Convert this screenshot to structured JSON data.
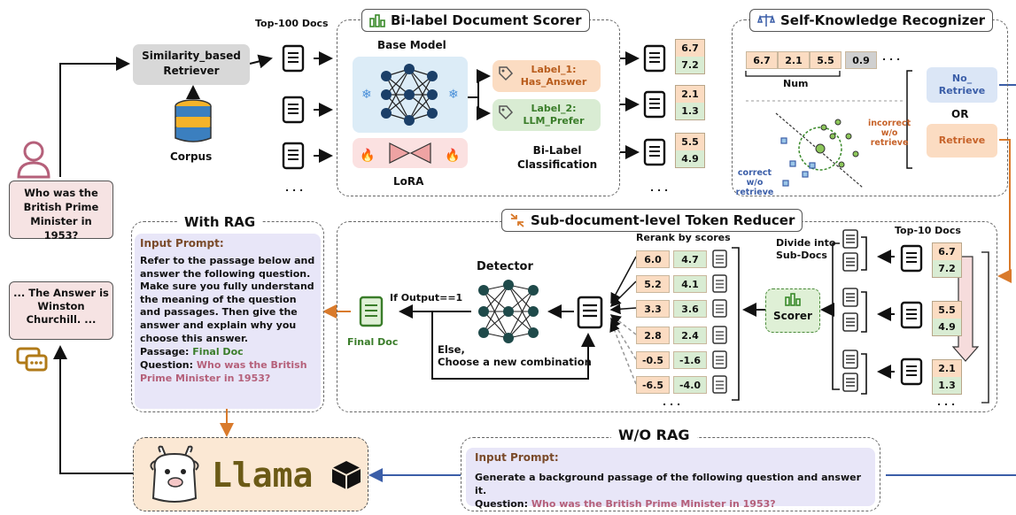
{
  "question": "Who was the British Prime Minister in 1953?",
  "answer": "... The Answer is Winston Churchill. ...",
  "retriever": {
    "label": "Similarity_based Retriever",
    "corpus": "Corpus",
    "top100": "Top-100 Docs",
    "dots": ". . ."
  },
  "scorer_section": {
    "title": "Bi-label Document Scorer",
    "base_model": "Base Model",
    "lora": "LoRA",
    "label1": "Label_1:\nHas_Answer",
    "label2": "Label_2:\nLLM_Prefer",
    "biclass": "Bi-Label\nClassification",
    "scores": [
      [
        "6.7",
        "7.2"
      ],
      [
        "2.1",
        "1.3"
      ],
      [
        "5.5",
        "4.9"
      ]
    ],
    "dots": ". . ."
  },
  "skr": {
    "title": "Self-Knowledge Recognizer",
    "nums": [
      "6.7",
      "2.1",
      "5.5",
      "0.9"
    ],
    "dots": ". . .",
    "num_label": "Num",
    "no_retrieve": "No_\nRetrieve",
    "or": "OR",
    "retrieve": "Retrieve",
    "incorrect": "incorrect\nw/o\nretrieve",
    "correct": "correct\nw/o retrieve"
  },
  "reducer": {
    "title": "Sub-document-level Token Reducer",
    "top10": "Top-10 Docs",
    "rerank": "Rerank by scores",
    "divide": "Divide into\nSub-Docs",
    "scorer": "Scorer",
    "detector": "Detector",
    "if_output": "If Output==1",
    "else": "Else,\nChoose a new combination",
    "final_doc": "Final Doc",
    "rerank_rows": [
      [
        "6.0",
        "4.7"
      ],
      [
        "5.2",
        "4.1"
      ],
      [
        "3.3",
        "3.6"
      ],
      [
        "2.8",
        "2.4"
      ],
      [
        "-0.5",
        "-1.6"
      ],
      [
        "-6.5",
        "-4.0"
      ]
    ],
    "top10_scores": [
      [
        "6.7",
        "7.2"
      ],
      [
        "5.5",
        "4.9"
      ],
      [
        "2.1",
        "1.3"
      ]
    ],
    "dots": ". . ."
  },
  "with_rag": {
    "title": "With RAG",
    "prompt_label": "Input Prompt:",
    "prompt": "Refer to the passage below and answer the following question. Make sure you fully understand the meaning of the question and passages. Then give the answer and explain why you choose this answer.",
    "passage_label": "Passage:",
    "passage_val": "Final Doc",
    "question_label": "Question:",
    "question_val": "Who was the British Prime Minister in 1953?"
  },
  "wo_rag": {
    "title": "W/O RAG",
    "prompt_label": "Input Prompt:",
    "prompt": "Generate a background passage of the following question and answer it.",
    "question_label": "Question:",
    "question_val": "Who was the British Prime Minister in 1953?"
  },
  "llama": {
    "label": "Llama"
  },
  "colors": {
    "orange": "#d97a2b",
    "blue": "#3b5ea8",
    "green": "#3a7d2a",
    "pink": "#b5607a"
  }
}
